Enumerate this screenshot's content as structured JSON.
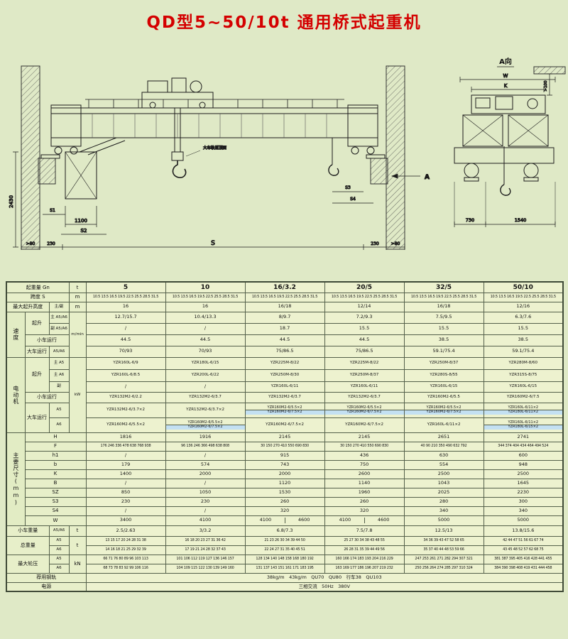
{
  "title": "QD型5~50/10t 通用桥式起重机",
  "colors": {
    "title_red": "#d40000",
    "highlight_blue": "#c3e0f2",
    "page_bg": "#dfe9c6"
  },
  "drawing": {
    "elevation": {
      "span": "S",
      "s1": "S1",
      "s2": "S2",
      "s3": "S3",
      "s4": "S4",
      "d1100": "1100",
      "d230_l": "230",
      "d230_r": "230",
      "gt80_l": ">80",
      "gt80_r": ">80",
      "v2430": "2430",
      "rail_note": "大车轨道顶面",
      "section_a": "A"
    },
    "end_view": {
      "title": "A向",
      "w": "W",
      "k": "K",
      "d730": "730",
      "d1540": "1540",
      "gt100": ">100"
    }
  },
  "table": {
    "rows": [
      {
        "h": 15,
        "cells": [
          {
            "t": "起重量 Gn",
            "cs": 3,
            "cls": "lbl"
          },
          {
            "t": "t",
            "cls": "lbl"
          },
          {
            "t": "5",
            "cls": "b"
          },
          {
            "t": "10",
            "cls": "b"
          },
          {
            "t": "16/3.2",
            "cls": "b"
          },
          {
            "t": "20/5",
            "cls": "b"
          },
          {
            "t": "32/5",
            "cls": "b"
          },
          {
            "t": "50/10",
            "cls": "b"
          }
        ]
      },
      {
        "h": 13,
        "cells": [
          {
            "t": "跨度 S",
            "cs": 3,
            "cls": "lbl"
          },
          {
            "t": "m",
            "cls": "lbl"
          },
          {
            "t": "10.5 13.5 16.5 19.5 22.5 25.5 28.5 31.5",
            "cls": "tiny"
          },
          {
            "t": "10.5 13.5 16.5 19.5 22.5 25.5 28.5 31.5",
            "cls": "tiny"
          },
          {
            "t": "10.5 13.5 16.5 19.5 22.5 25.5 28.5 31.5",
            "cls": "tiny"
          },
          {
            "t": "10.5 13.5 16.5 19.5 22.5 25.5 28.5 31.5",
            "cls": "tiny"
          },
          {
            "t": "10.5 13.5 16.5 19.5 22.5 25.5 28.5 31.5",
            "cls": "tiny"
          },
          {
            "t": "10.5 13.5 16.5 19.5 22.5 25.5 28.5 31.5",
            "cls": "tiny"
          }
        ]
      },
      {
        "h": 14,
        "cells": [
          {
            "t": "最大起升高度",
            "cs": 2,
            "cls": "lbl"
          },
          {
            "t": "主/副",
            "cls": "lbl s"
          },
          {
            "t": "m",
            "cls": "lbl"
          },
          {
            "t": "16"
          },
          {
            "t": "16"
          },
          {
            "t": "16/18"
          },
          {
            "t": "12/14"
          },
          {
            "t": "16/18"
          },
          {
            "t": "12/16"
          }
        ]
      },
      {
        "h": 16,
        "cells": [
          {
            "t": "速度",
            "rs": 4,
            "cls": "vlbl"
          },
          {
            "t": "起升",
            "rs": 2,
            "cls": "lbl"
          },
          {
            "t": "主 A5/A6",
            "cls": "lbl s"
          },
          {
            "t": "m/min",
            "rs": 4,
            "cls": "lbl s"
          },
          {
            "t": "12.7/15.7"
          },
          {
            "t": "10.4/13.3"
          },
          {
            "t": "8/9.7"
          },
          {
            "t": "7.2/9.3"
          },
          {
            "t": "7.5/9.5"
          },
          {
            "t": "6.3/7.6"
          }
        ]
      },
      {
        "h": 16,
        "cells": [
          {
            "t": "副 A5/A6",
            "cls": "lbl s"
          },
          {
            "t": "/"
          },
          {
            "t": "/"
          },
          {
            "t": "18.7"
          },
          {
            "t": "15.5"
          },
          {
            "t": "15.5"
          },
          {
            "t": "15.5"
          }
        ]
      },
      {
        "h": 16,
        "cells": [
          {
            "t": "小车运行",
            "cs": 2,
            "cls": "lbl"
          },
          {
            "t": "44.5"
          },
          {
            "t": "44.5"
          },
          {
            "t": "44.5"
          },
          {
            "t": "44.5"
          },
          {
            "t": "38.5"
          },
          {
            "t": "38.5"
          }
        ]
      },
      {
        "h": 16,
        "cells": [
          {
            "t": "大车运行",
            "cls": "lbl"
          },
          {
            "t": "A5/A6",
            "cls": "lbl s"
          },
          {
            "t": "70/93"
          },
          {
            "t": "70/93"
          },
          {
            "t": "75/86.5"
          },
          {
            "t": "75/86.5"
          },
          {
            "t": "59.1/75.4"
          },
          {
            "t": "59.1/75.4"
          }
        ]
      },
      {
        "h": 17,
        "cells": [
          {
            "t": "电动机",
            "rs": 6,
            "cls": "vlbl"
          },
          {
            "t": "起升",
            "rs": 3,
            "cls": "lbl"
          },
          {
            "t": "主 A5",
            "cls": "lbl s"
          },
          {
            "t": "kW",
            "rs": 6,
            "cls": "lbl s"
          },
          {
            "t": "YZR160L-6/9",
            "cls": "m"
          },
          {
            "t": "YZR180L-6/15",
            "cls": "m"
          },
          {
            "t": "YZR225M-8/22",
            "cls": "m"
          },
          {
            "t": "YZR225M-8/22",
            "cls": "m"
          },
          {
            "t": "YZR250M-8/37",
            "cls": "m"
          },
          {
            "t": "YZR280M-8/60",
            "cls": "m"
          }
        ]
      },
      {
        "h": 17,
        "cells": [
          {
            "t": "主 A6",
            "cls": "lbl s"
          },
          {
            "t": "YZR160L-6/8.5",
            "cls": "m"
          },
          {
            "t": "YZR200L-6/22",
            "cls": "m"
          },
          {
            "t": "YZR250M-8/30",
            "cls": "m"
          },
          {
            "t": "YZR250M-8/37",
            "cls": "m"
          },
          {
            "t": "YZR280S-8/55",
            "cls": "m"
          },
          {
            "t": "YZR315S-8/75",
            "cls": "m"
          }
        ]
      },
      {
        "h": 15,
        "cells": [
          {
            "t": "副",
            "cls": "lbl s"
          },
          {
            "t": "/"
          },
          {
            "t": "/"
          },
          {
            "t": "YZR160L-6/11",
            "cls": "m"
          },
          {
            "t": "YZR160L-6/11",
            "cls": "m"
          },
          {
            "t": "YZR160L-6/15",
            "cls": "m"
          },
          {
            "t": "YZR160L-6/15",
            "cls": "m"
          }
        ]
      },
      {
        "h": 15,
        "cells": [
          {
            "t": "小车运行",
            "cs": 2,
            "cls": "lbl"
          },
          {
            "t": "YZR132M2-6/2.2",
            "cls": "m"
          },
          {
            "t": "YZR132M2-6/3.7",
            "cls": "m"
          },
          {
            "t": "YZR132M2-6/3.7",
            "cls": "m"
          },
          {
            "t": "YZR132M2-6/3.7",
            "cls": "m"
          },
          {
            "t": "YZR160M2-6/5.5",
            "cls": "m"
          },
          {
            "t": "YZR160M2-6/7.5",
            "cls": "m"
          }
        ]
      },
      {
        "h": 21,
        "cells": [
          {
            "t": "大车运行",
            "rs": 2,
            "cls": "lbl"
          },
          {
            "t": "A5",
            "cls": "lbl s"
          },
          {
            "t": "YZR132M2-6/3.7×2",
            "cls": "m"
          },
          {
            "t": "YZR132M2-6/3.7×2",
            "cls": "m"
          },
          {
            "t": "YZR160M2-6/5.5×2",
            "t2": "YZR160M2-6/7.5×2",
            "cls": "m"
          },
          {
            "t": "YZR160M2-6/5.5×2",
            "t2": "YZR160M2-6/7.5×2",
            "cls": "m"
          },
          {
            "t": "YZR160M2-6/5.5×2",
            "t2": "YZR160M2-6/7.5×2",
            "cls": "m"
          },
          {
            "t": "YZR160L-6/11×2",
            "t2": "YZR180L-6/11×2",
            "cls": "m"
          }
        ]
      },
      {
        "h": 21,
        "cells": [
          {
            "t": "A6",
            "cls": "lbl s"
          },
          {
            "t": "YZR160M2-6/5.5×2",
            "cls": "m"
          },
          {
            "t": "YZR160M2-6/5.5×2",
            "t2": "YZR160M2-6/7.5×2",
            "cls": "m"
          },
          {
            "t": "YZR160M2-6/7.5×2",
            "cls": "m"
          },
          {
            "t": "YZR160M2-6/7.5×2",
            "cls": "m"
          },
          {
            "t": "YZR160L-6/11×2",
            "cls": "m"
          },
          {
            "t": "YZR160L-6/11×2",
            "t2": "YZR180L-6/15×2",
            "cls": "m"
          }
        ]
      },
      {
        "h": 13,
        "cells": [
          {
            "t": "主要尺寸(mm)",
            "rs": 10,
            "cls": "vlbl"
          },
          {
            "t": "H",
            "cs": 3,
            "cls": "lbl"
          },
          {
            "t": "1816"
          },
          {
            "t": "1916"
          },
          {
            "t": "2145"
          },
          {
            "t": "2145"
          },
          {
            "t": "2651"
          },
          {
            "t": "2741"
          }
        ]
      },
      {
        "h": 13,
        "cells": [
          {
            "t": "F",
            "cs": 3,
            "cls": "lbl"
          },
          {
            "t": "176 246 336 478 638 768 938",
            "cls": "tiny"
          },
          {
            "t": "96 136 246 366 498 638 808",
            "cls": "tiny"
          },
          {
            "t": "30 150 270 410 550 690 830",
            "cls": "tiny"
          },
          {
            "t": "30 150 270 410 550 690 830",
            "cls": "tiny"
          },
          {
            "t": "40 90 210 350 490 632 792",
            "cls": "tiny"
          },
          {
            "t": "344 374 404 434 464 494 524",
            "cls": "tiny"
          }
        ]
      },
      {
        "h": 13,
        "cells": [
          {
            "t": "h1",
            "cs": 3,
            "cls": "lbl"
          },
          {
            "t": "/"
          },
          {
            "t": "/"
          },
          {
            "t": "915"
          },
          {
            "t": "436"
          },
          {
            "t": "630"
          },
          {
            "t": "600"
          }
        ]
      },
      {
        "h": 13,
        "cells": [
          {
            "t": "b",
            "cs": 3,
            "cls": "lbl"
          },
          {
            "t": "179"
          },
          {
            "t": "574"
          },
          {
            "t": "743"
          },
          {
            "t": "750"
          },
          {
            "t": "554"
          },
          {
            "t": "948"
          }
        ]
      },
      {
        "h": 13,
        "cells": [
          {
            "t": "K",
            "cs": 3,
            "cls": "lbl"
          },
          {
            "t": "1400"
          },
          {
            "t": "2000"
          },
          {
            "t": "2000"
          },
          {
            "t": "2600"
          },
          {
            "t": "2500"
          },
          {
            "t": "2500"
          }
        ]
      },
      {
        "h": 13,
        "cells": [
          {
            "t": "B",
            "cs": 3,
            "cls": "lbl"
          },
          {
            "t": "/"
          },
          {
            "t": "/"
          },
          {
            "t": "1120"
          },
          {
            "t": "1140"
          },
          {
            "t": "1043"
          },
          {
            "t": "1645"
          }
        ]
      },
      {
        "h": 13,
        "cells": [
          {
            "t": "SZ",
            "cs": 3,
            "cls": "lbl"
          },
          {
            "t": "850"
          },
          {
            "t": "1050"
          },
          {
            "t": "1530"
          },
          {
            "t": "1960"
          },
          {
            "t": "2025"
          },
          {
            "t": "2230"
          }
        ]
      },
      {
        "h": 13,
        "cells": [
          {
            "t": "S3",
            "cs": 3,
            "cls": "lbl"
          },
          {
            "t": "230"
          },
          {
            "t": "230"
          },
          {
            "t": "260"
          },
          {
            "t": "260"
          },
          {
            "t": "280"
          },
          {
            "t": "300"
          }
        ]
      },
      {
        "h": 13,
        "cells": [
          {
            "t": "S4",
            "cs": 3,
            "cls": "lbl"
          },
          {
            "t": "/"
          },
          {
            "t": "/"
          },
          {
            "t": "320"
          },
          {
            "t": "320"
          },
          {
            "t": "340"
          },
          {
            "t": "340"
          }
        ]
      },
      {
        "h": 14,
        "cells": [
          {
            "t": "W",
            "cs": 3,
            "cls": "lbl"
          },
          {
            "t": "3400"
          },
          {
            "t": "4100"
          },
          {
            "t": "4100",
            "t2": "4600",
            "split": "h"
          },
          {
            "t": "4100",
            "t2": "4600",
            "split": "h"
          },
          {
            "t": "5000"
          },
          {
            "t": "5000"
          }
        ]
      },
      {
        "h": 15,
        "cells": [
          {
            "t": "小车重量",
            "cs": 2,
            "cls": "lbl"
          },
          {
            "t": "A5/A6",
            "cls": "lbl s"
          },
          {
            "t": "t",
            "cls": "lbl"
          },
          {
            "t": "2.5/2.63"
          },
          {
            "t": "3/3.2"
          },
          {
            "t": "6.8/7.3"
          },
          {
            "t": "7.5/7.8"
          },
          {
            "t": "12.5/13"
          },
          {
            "t": "13.8/15.6"
          }
        ]
      },
      {
        "h": 13,
        "cells": [
          {
            "t": "总重量",
            "cs": 2,
            "rs": 2,
            "cls": "lbl"
          },
          {
            "t": "A5",
            "cls": "lbl s"
          },
          {
            "t": "t",
            "rs": 2,
            "cls": "lbl"
          },
          {
            "t": "13 15 17 20 24 28 31 38",
            "cls": "tiny"
          },
          {
            "t": "16 18 20 23 27 31 36 42",
            "cls": "tiny"
          },
          {
            "t": "21 23 26 30 34 39 44 50",
            "cls": "tiny"
          },
          {
            "t": "25 27 30 34 38 43 48 55",
            "cls": "tiny"
          },
          {
            "t": "34 36 39 43 47 52 58 65",
            "cls": "tiny"
          },
          {
            "t": "42 44 47 51 56 61 67 74",
            "cls": "tiny"
          }
        ]
      },
      {
        "h": 13,
        "cells": [
          {
            "t": "A6",
            "cls": "lbl s"
          },
          {
            "t": "14 16 18 21 25 29 32 39",
            "cls": "tiny"
          },
          {
            "t": "17 19 21 24 28 32 37 43",
            "cls": "tiny"
          },
          {
            "t": "22 24 27 31 35 40 45 51",
            "cls": "tiny"
          },
          {
            "t": "26 28 31 35 39 44 49 56",
            "cls": "tiny"
          },
          {
            "t": "35 37 40 44 48 53 59 66",
            "cls": "tiny"
          },
          {
            "t": "43 45 48 52 57 62 68 75",
            "cls": "tiny"
          }
        ]
      },
      {
        "h": 13,
        "cells": [
          {
            "t": "最大轮压",
            "cs": 2,
            "rs": 2,
            "cls": "lbl"
          },
          {
            "t": "A5",
            "cls": "lbl s"
          },
          {
            "t": "kN",
            "rs": 2,
            "cls": "lbl"
          },
          {
            "t": "66 71 76 80 89 96 103 113",
            "cls": "tiny"
          },
          {
            "t": "101 106 112 119 127 136 146 157",
            "cls": "tiny"
          },
          {
            "t": "128 134 140 148 158 168 180 192",
            "cls": "tiny"
          },
          {
            "t": "160 166 174 183 193 204 216 229",
            "cls": "tiny"
          },
          {
            "t": "247 253 261 271 282 294 307 321",
            "cls": "tiny"
          },
          {
            "t": "381 387 395 405 416 428 441 455",
            "cls": "tiny"
          }
        ]
      },
      {
        "h": 13,
        "cells": [
          {
            "t": "A6",
            "cls": "lbl s"
          },
          {
            "t": "68 73 78 83 92 99 106 116",
            "cls": "tiny"
          },
          {
            "t": "104 109 115 122 130 139 149 160",
            "cls": "tiny"
          },
          {
            "t": "131 137 143 151 161 171 183 195",
            "cls": "tiny"
          },
          {
            "t": "163 169 177 186 196 207 219 232",
            "cls": "tiny"
          },
          {
            "t": "250 256 264 274 285 297 310 324",
            "cls": "tiny"
          },
          {
            "t": "384 390 398 408 419 431 444 458",
            "cls": "tiny"
          }
        ]
      },
      {
        "h": 13,
        "cells": [
          {
            "t": "荐用钢轨",
            "cs": 4,
            "cls": "lbl"
          },
          {
            "t": "38kg/m　43kg/m　QU70　QU80　行车38　QU103",
            "cs": 6
          }
        ]
      },
      {
        "h": 13,
        "cells": [
          {
            "t": "电源",
            "cs": 4,
            "cls": "lbl"
          },
          {
            "t": "三相交流　50Hz　380V",
            "cs": 6
          }
        ]
      }
    ]
  }
}
